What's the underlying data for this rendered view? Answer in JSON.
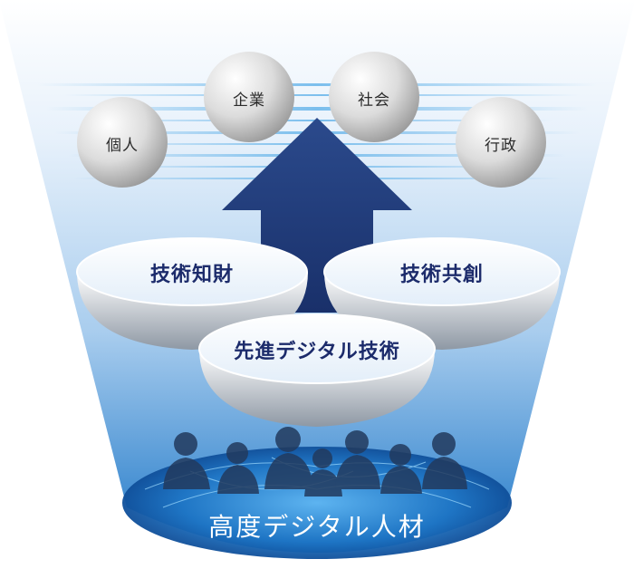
{
  "spheres": [
    {
      "label": "個人"
    },
    {
      "label": "企業"
    },
    {
      "label": "社会"
    },
    {
      "label": "行政"
    }
  ],
  "discs": [
    {
      "label": "技術知財"
    },
    {
      "label": "技術共創"
    },
    {
      "label": "先進デジタル技術"
    }
  ],
  "base": {
    "label": "高度デジタル人材"
  },
  "colors": {
    "funnel_top": "#ffffff",
    "funnel_bottom": "#1f78c8",
    "arrow": "#24407e",
    "disc_text": "#1c2b6b",
    "sphere_text": "#2b2b2b"
  }
}
